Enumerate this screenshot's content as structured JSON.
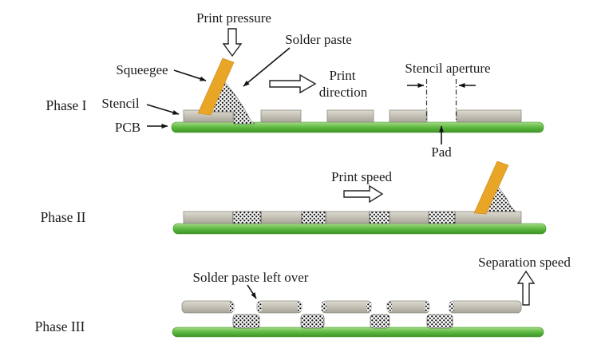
{
  "figure": {
    "type": "process-diagram",
    "subject": "Stencil printing process of solder paste on PCB"
  },
  "phases": [
    {
      "label": "Phase I"
    },
    {
      "label": "Phase II"
    },
    {
      "label": "Phase III"
    }
  ],
  "labels": {
    "print_pressure": "Print pressure",
    "solder_paste": "Solder paste",
    "squeegee": "Squeegee",
    "stencil": "Stencil",
    "pcb": "PCB",
    "print_direction_line1": "Print",
    "print_direction_line2": "direction",
    "stencil_aperture": "Stencil aperture",
    "pad": "Pad",
    "print_speed": "Print speed",
    "solder_paste_left_over": "Solder paste left over",
    "separation_speed": "Separation speed"
  },
  "icons": {
    "down_hollow_arrow": "print-pressure-direction",
    "right_hollow_arrow_1": "print-direction",
    "right_hollow_arrow_2": "print-speed-direction",
    "up_hollow_arrow": "separation-direction"
  },
  "colors": {
    "squeegee": "#e8a526",
    "stencil_light": "#dedbd2",
    "stencil_dark": "#a8a497",
    "pcb_light": "#a5dc87",
    "pcb_mid": "#58b53c",
    "pcb_dark": "#3f9428",
    "paste_dot": "#141414",
    "text": "#1b1b1b",
    "background": "#ffffff"
  }
}
